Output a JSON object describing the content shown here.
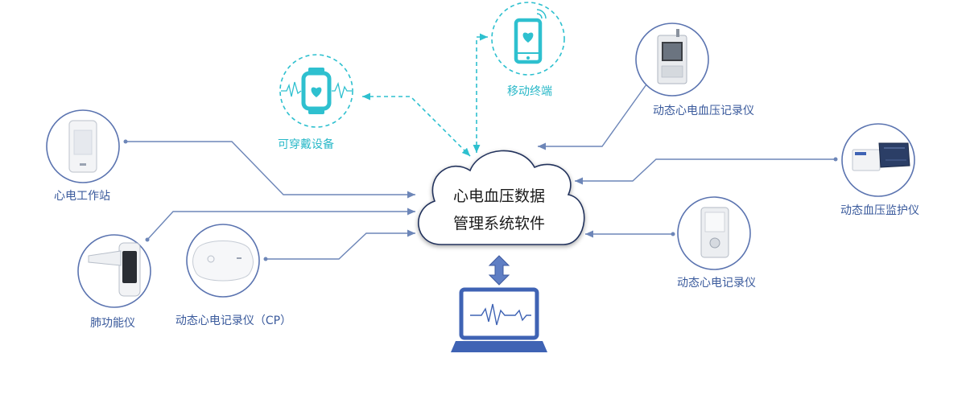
{
  "center": {
    "line1": "心电血压数据",
    "line2": "管理系统软件"
  },
  "devices": {
    "ecg_workstation": "心电工作站",
    "wearable": "可穿戴设备",
    "mobile_terminal": "移动终端",
    "ambulatory_ecg_bp": "动态心电血压记录仪",
    "ambulatory_bp": "动态血压监护仪",
    "ambulatory_ecg": "动态心电记录仪",
    "spirometer": "肺功能仪",
    "ambulatory_ecg_cp": "动态心电记录仪（CP）"
  },
  "colors": {
    "line": "#6d86b8",
    "teal": "#2ec0cf",
    "circle": "#5b74b0",
    "laptop": "#3f63b4"
  }
}
